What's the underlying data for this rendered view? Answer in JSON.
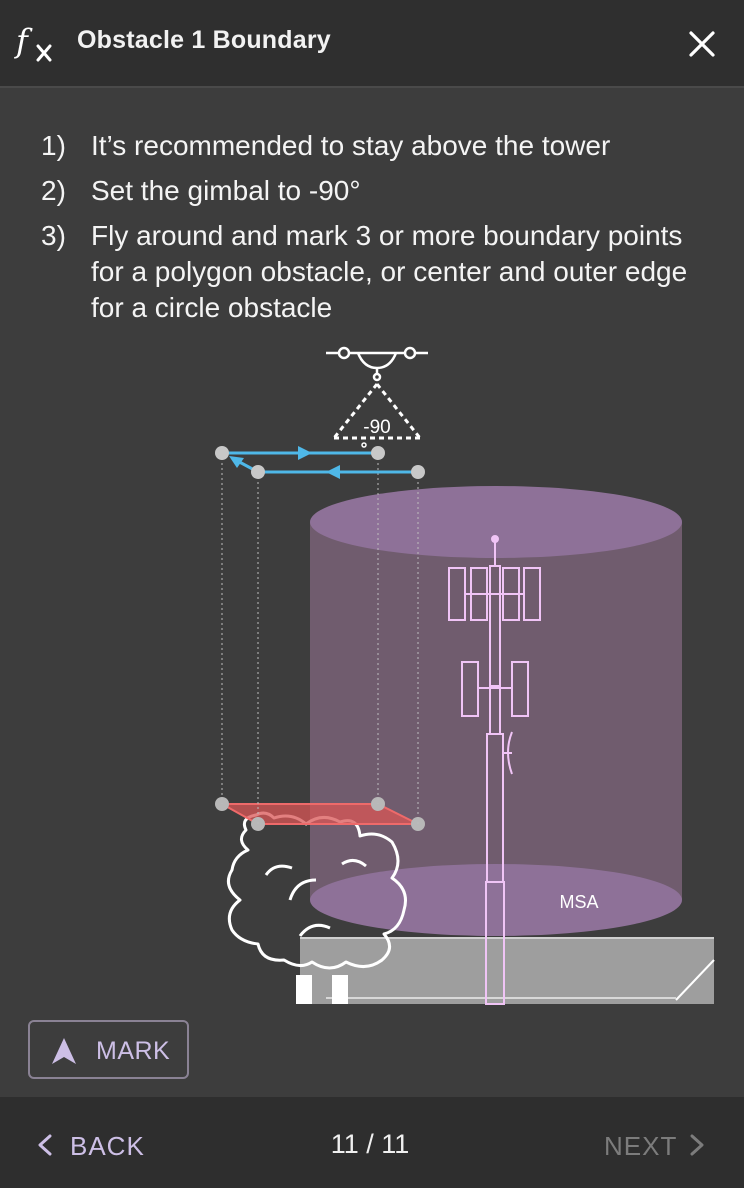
{
  "header": {
    "title": "Obstacle 1 Boundary",
    "fx_icon": "fx-icon",
    "close_icon": "close-icon"
  },
  "instructions": [
    {
      "num": "1)",
      "text": "It’s recommended to stay above the tower"
    },
    {
      "num": "2)",
      "text": "Set the gimbal to -90°"
    },
    {
      "num": "3)",
      "text": "Fly around and mark 3 or more boundary points for a polygon obstacle, or center and outer edge for a circle obstacle"
    }
  ],
  "illustration": {
    "gimbal_label": "-90",
    "zone_label": "MSA",
    "colors": {
      "flight_path": "#4fb8e8",
      "zone": "#8e7198",
      "boundary": "#e05a5a",
      "tower": "#f0c4f6"
    }
  },
  "mark_button": {
    "label": "MARK",
    "icon": "navigation-arrow-icon"
  },
  "footer": {
    "back_label": "BACK",
    "page_indicator": "11 / 11",
    "next_label": "NEXT"
  }
}
